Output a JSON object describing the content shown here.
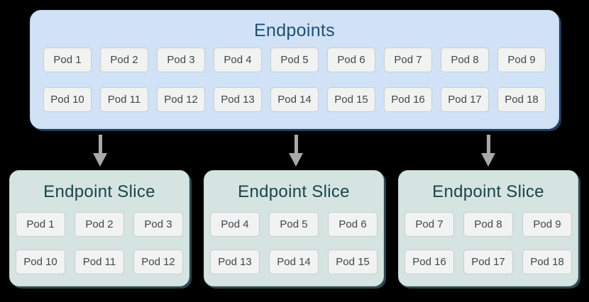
{
  "colors": {
    "background": "#000000",
    "endpoints-fill": "#d1e2f6",
    "endpoints-edge": "#bcd3ec",
    "endpoints-title": "#1e4e79",
    "endpoints-shadow": "#203c5c",
    "slice-fill": "#d6e4e1",
    "slice-edge": "#bdd2d0",
    "slice-title": "#1a454b",
    "slice-shadow": "#2b484e",
    "pod-fill": "#f1f2f2",
    "pod-border": "#c9cccd",
    "pod-text": "#434649",
    "arrow-color": "#a9a9a9"
  },
  "endpoints": {
    "title": "Endpoints",
    "rows": [
      [
        "Pod 1",
        "Pod 2",
        "Pod 3",
        "Pod 4",
        "Pod 5",
        "Pod 6",
        "Pod 7",
        "Pod 8",
        "Pod 9"
      ],
      [
        "Pod 10",
        "Pod 11",
        "Pod 12",
        "Pod 13",
        "Pod 14",
        "Pod 15",
        "Pod 16",
        "Pod 17",
        "Pod 18"
      ]
    ]
  },
  "arrows": [
    {
      "icon": "down-arrow-icon"
    },
    {
      "icon": "down-arrow-icon"
    },
    {
      "icon": "down-arrow-icon"
    }
  ],
  "slices": [
    {
      "title": "Endpoint Slice",
      "rows": [
        [
          "Pod 1",
          "Pod 2",
          "Pod 3"
        ],
        [
          "Pod 10",
          "Pod 11",
          "Pod 12"
        ]
      ]
    },
    {
      "title": "Endpoint Slice",
      "rows": [
        [
          "Pod 4",
          "Pod 5",
          "Pod 6"
        ],
        [
          "Pod 13",
          "Pod 14",
          "Pod 15"
        ]
      ]
    },
    {
      "title": "Endpoint Slice",
      "rows": [
        [
          "Pod 7",
          "Pod 8",
          "Pod 9"
        ],
        [
          "Pod 16",
          "Pod 17",
          "Pod 18"
        ]
      ]
    }
  ]
}
